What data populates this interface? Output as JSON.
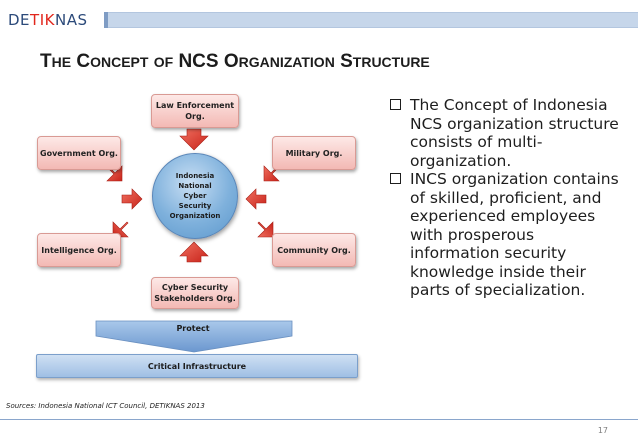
{
  "header": {
    "logo_left": "DE",
    "logo_mid": "TIK",
    "logo_right": "NAS",
    "title_a_cap": "T",
    "title_a_rest": "HE",
    "title_b_cap": "C",
    "title_b_rest": "ONCEPT",
    "title_c": "OF",
    "title_d": "NCS",
    "title_e_cap": "O",
    "title_e_rest": "RGANIZATION",
    "title_f_cap": "S",
    "title_f_rest": "TRUCTURE"
  },
  "diagram": {
    "law_line1": "Law Enforcement",
    "law_line2": "Org.",
    "government": "Government Org.",
    "military": "Military Org.",
    "intelligence": "Intelligence Org.",
    "community": "Community Org.",
    "cyber_line1": "Cyber Security",
    "cyber_line2": "Stakeholders Org.",
    "center_lines": [
      "Indonesia",
      "National",
      "Cyber",
      "Security",
      "Organization"
    ],
    "protect": "Protect",
    "critical": "Critical Infrastructure"
  },
  "bullets": [
    "The Concept of Indonesia NCS organization structure consists of multi-organization.",
    "INCS organization contains of skilled, proficient, and experienced employees with prosperous information security knowledge inside their parts of specialization."
  ],
  "footer": {
    "sources": "Sources: Indonesia National ICT Council, DETIKNAS 2013",
    "page_number": "17"
  },
  "colors": {
    "box_fill": "#f3b9b4",
    "arrow_red": "#e0392c",
    "center_blue": "#7fb1dc",
    "bar_blue": "#9fbfe4"
  }
}
